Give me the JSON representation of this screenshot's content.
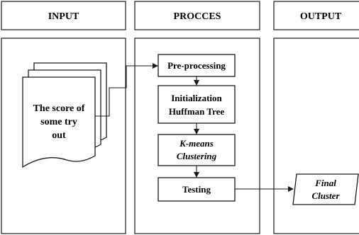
{
  "columns": {
    "input": "INPUT",
    "process": "PROCCES",
    "output": "OUTPUT"
  },
  "document": {
    "lines": [
      "The score of",
      "some try",
      "out"
    ]
  },
  "steps": {
    "preprocessing": [
      "Pre-processing"
    ],
    "init": [
      "Initialization",
      "Huffman Tree"
    ],
    "kmeans": [
      "K-means",
      "Clustering"
    ],
    "testing": [
      "Testing"
    ]
  },
  "result": {
    "lines": [
      "Final",
      "Cluster"
    ]
  },
  "colors": {
    "stroke": "#1a1a1a",
    "fill": "#ffffff",
    "text": "#000000"
  }
}
